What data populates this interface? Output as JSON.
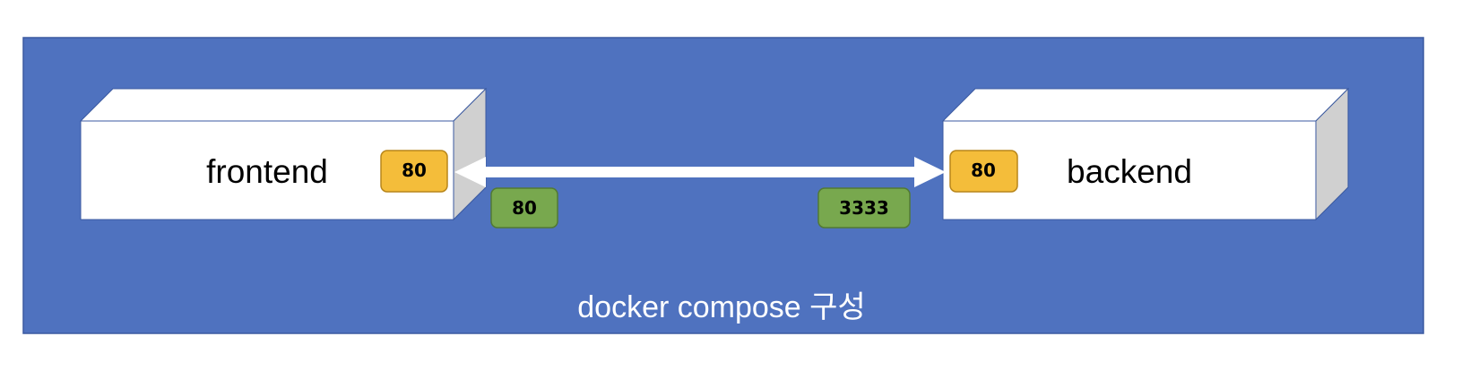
{
  "diagram": {
    "caption": "docker compose 구성",
    "colors": {
      "container_bg": "#4f72bf",
      "box_face": "#ffffff",
      "box_side": "#d0d0d0",
      "container_port": "#f4bd3a",
      "host_port": "#78a84e",
      "arrow": "#ffffff"
    },
    "services": [
      {
        "name": "frontend",
        "container_port": "80",
        "host_port": "80"
      },
      {
        "name": "backend",
        "container_port": "80",
        "host_port": "3333"
      }
    ]
  }
}
